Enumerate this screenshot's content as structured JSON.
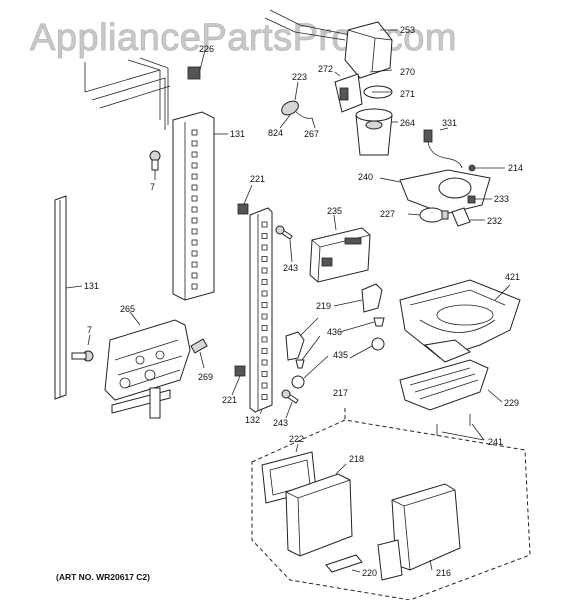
{
  "watermark": "AppliancePartsPros.com",
  "art_number": "(ART NO. WR20617 C2)",
  "callouts": {
    "c226": "226",
    "c131a": "131",
    "c7a": "7",
    "c131b": "131",
    "c265": "265",
    "c7b": "7",
    "c269": "269",
    "c221a": "221",
    "c243a": "243",
    "c221b": "221",
    "c132": "132",
    "c243b": "243",
    "c223": "223",
    "c824": "824",
    "c267": "267",
    "c272": "272",
    "c253": "253",
    "c270": "270",
    "c271": "271",
    "c264": "264",
    "c331": "331",
    "c214": "214",
    "c240": "240",
    "c233": "233",
    "c227": "227",
    "c232": "232",
    "c235": "235",
    "c421": "421",
    "c219": "219",
    "c436": "436",
    "c435": "435",
    "c217": "217",
    "c229": "229",
    "c241": "241",
    "c222": "222",
    "c218": "218",
    "c220": "220",
    "c216": "216"
  }
}
